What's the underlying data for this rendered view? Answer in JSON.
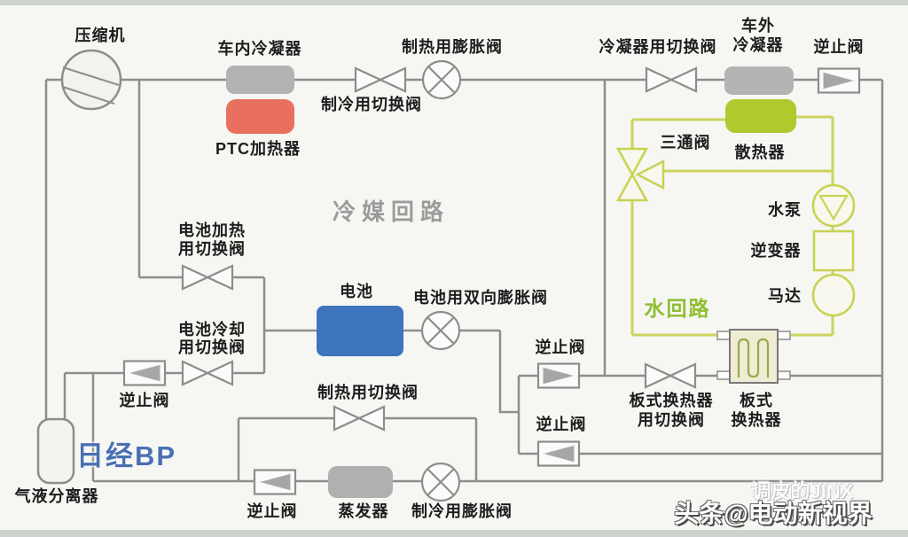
{
  "diagram_title": "EV heat-pump thermal management schematic",
  "labels": {
    "compressor": "压缩机",
    "indoor_condenser": "车内冷凝器",
    "ptc_heater": "PTC加热器",
    "heating_expansion_valve": "制热用膨胀阀",
    "cooling_switch_valve": "制冷用切换阀",
    "condenser_switch_valve": "冷凝器用切换阀",
    "outdoor_condenser_line1": "车外",
    "outdoor_condenser_line2": "冷凝器",
    "check_valve_top_right": "逆止阀",
    "three_way_valve": "三通阀",
    "radiator": "散热器",
    "water_pump": "水泵",
    "inverter": "逆变器",
    "motor": "马达",
    "water_circuit": "水回路",
    "refrigerant_circuit": "冷媒回路",
    "battery_heating_valve_line1": "电池加热",
    "battery_heating_valve_line2": "用切换阀",
    "battery": "电池",
    "battery_expansion_valve": "电池用双向膨胀阀",
    "battery_cooling_valve_line1": "电池冷却",
    "battery_cooling_valve_line2": "用切换阀",
    "check_valve_left": "逆止阀",
    "heating_switch_valve": "制热用切换阀",
    "check_valve_bottom": "逆止阀",
    "evaporator": "蒸发器",
    "cooling_expansion_valve": "制冷用膨胀阀",
    "check_valve_mid_top": "逆止阀",
    "check_valve_mid_bottom": "逆止阀",
    "plate_hx_valve_line1": "板式换热器",
    "plate_hx_valve_line2": "用切换阀",
    "plate_hx_line1": "板式",
    "plate_hx_line2": "换热器",
    "gas_liquid_separator": "气液分离器"
  },
  "watermarks": {
    "nikkei_bp": "日经BP",
    "jinx": "调皮的JINX",
    "toutiao": "头条@电动新视界"
  },
  "colors": {
    "refrigerant_line": "#8d8d8d",
    "water_line": "#ccd45c",
    "component_gray": "#b3b3b3",
    "ptc_red": "#e9705f",
    "battery_blue": "#3d74bc",
    "radiator_green": "#aeca2e",
    "water_text_green": "#8fbe2f",
    "nikkei_blue": "#4a70b0",
    "background": "#f6f6f3"
  }
}
